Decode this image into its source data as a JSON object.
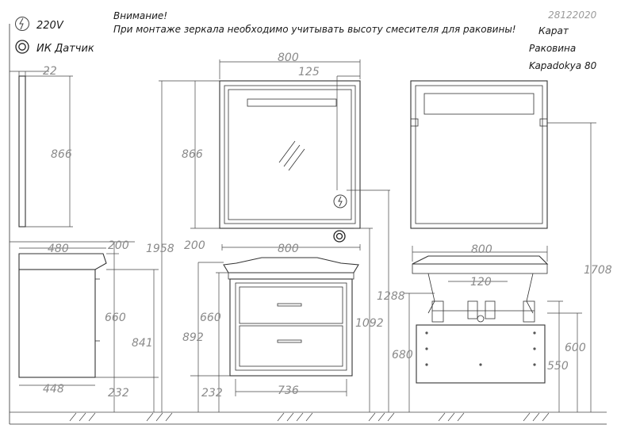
{
  "legend": {
    "power_icon": "power-socket-icon",
    "power_label": "220V",
    "sensor_icon": "ir-sensor-icon",
    "sensor_label": "ИК Датчик"
  },
  "note": {
    "heading": "Внимание!",
    "text": "При монтаже зеркала необходимо учитывать высоту смесителя для раковины!"
  },
  "info": {
    "code": "28122020",
    "lines": [
      "Карат",
      "Раковина",
      "Kapadokya 80"
    ]
  },
  "dimensions": {
    "mirror_depth": "22",
    "mirror_height_side": "866",
    "sink_depth": "480",
    "sink_thickness_side": "200",
    "cabinet_height_side": "660",
    "cabinet_depth_bottom": "448",
    "floor_gap_side": "232",
    "total_height_side": "841",
    "overall_height": "1958",
    "mirror_width": "800",
    "mirror_offset": "125",
    "mirror_height_front": "866",
    "sink_thickness_front": "200",
    "sink_width_front": "800",
    "cabinet_height_front": "660",
    "total_height_front": "892",
    "floor_gap_front": "232",
    "cabinet_width_front": "736",
    "socket_height": "1092",
    "sink_width_back": "800",
    "pipe_spacing": "120",
    "pipe_height": "1288",
    "back_height_680": "680",
    "back_height_600": "600",
    "back_height_550": "550",
    "back_height_1708": "1708"
  }
}
